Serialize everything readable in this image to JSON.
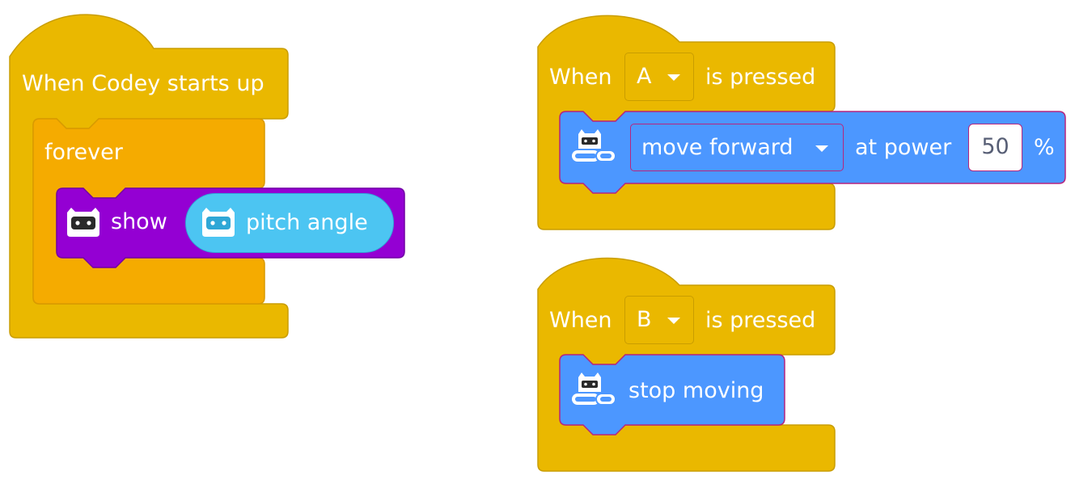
{
  "colors": {
    "events": "#eab800",
    "events_border": "#c99d00",
    "control": "#f5ab00",
    "control_border": "#d99a00",
    "looks": "#9400d3",
    "looks_border": "#7200a6",
    "sensing": "#4cc5f2",
    "motion": "#4c97ff",
    "motion_border": "#b6257e",
    "text": "#ffffff",
    "number_text": "#575e75"
  },
  "script1": {
    "hat_label": "When Codey starts up",
    "forever_label": "forever",
    "show_label": "show",
    "reporter_label": "pitch angle",
    "show_icon": "codey-face-icon",
    "reporter_icon": "codey-face-icon"
  },
  "script2": {
    "when_label": "When",
    "button_value": "A",
    "pressed_label": "is pressed",
    "motion_icon": "codey-rocky-icon",
    "move_value": "move forward",
    "at_power_label": "at power",
    "power_value": "50",
    "percent_label": "%"
  },
  "script3": {
    "when_label": "When",
    "button_value": "B",
    "pressed_label": "is pressed",
    "motion_icon": "codey-rocky-icon",
    "stop_label": "stop moving"
  }
}
